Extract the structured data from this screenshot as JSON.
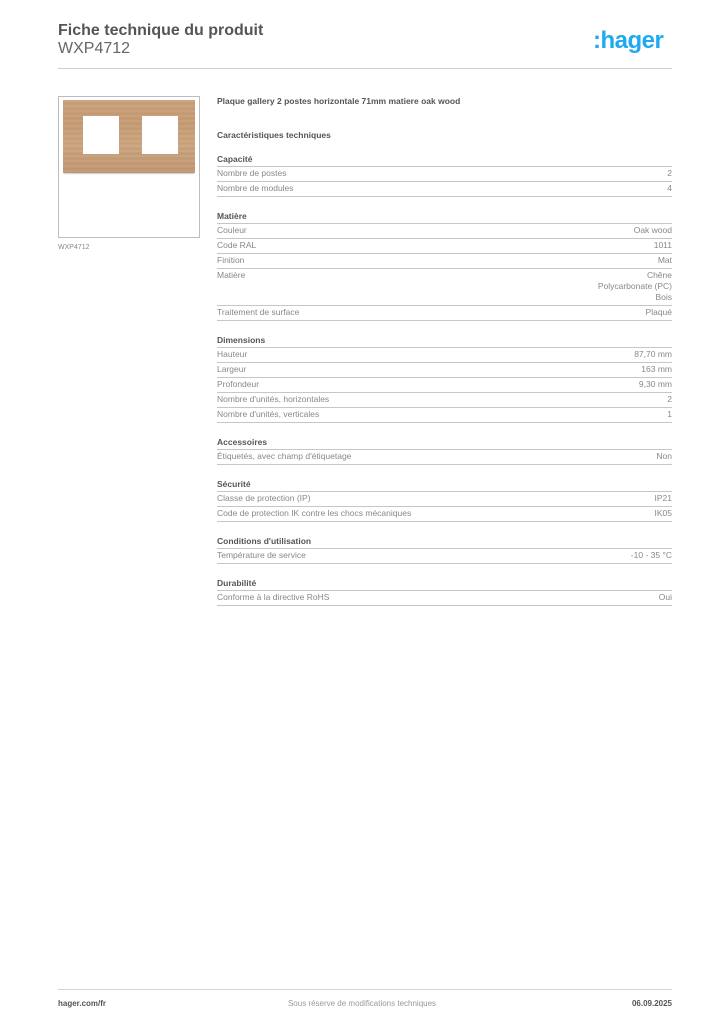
{
  "header": {
    "title": "Fiche technique du produit",
    "product_code": "WXP4712",
    "logo_text": ":hager",
    "brand_color": "#1eaaf1"
  },
  "image": {
    "alt": "Plaque gallery 2 postes oak wood",
    "caption": "WXP4712",
    "wood_color": "#c49a72"
  },
  "product": {
    "name": "Plaque gallery 2 postes horizontale 71mm matiere oak wood",
    "specs_title": "Caractéristiques techniques"
  },
  "sections": [
    {
      "title": "Capacité",
      "rows": [
        {
          "label": "Nombre de postes",
          "value": "2"
        },
        {
          "label": "Nombre de modules",
          "value": "4"
        }
      ]
    },
    {
      "title": "Matière",
      "rows": [
        {
          "label": "Couleur",
          "value": "Oak wood"
        },
        {
          "label": "Code RAL",
          "value": "1011"
        },
        {
          "label": "Finition",
          "value": "Mat"
        },
        {
          "label": "Matière",
          "value": "Chêne\nPolycarbonate (PC)\nBois"
        },
        {
          "label": "Traitement de surface",
          "value": "Plaqué"
        }
      ]
    },
    {
      "title": "Dimensions",
      "rows": [
        {
          "label": "Hauteur",
          "value": "87,70 mm"
        },
        {
          "label": "Largeur",
          "value": "163 mm"
        },
        {
          "label": "Profondeur",
          "value": "9,30 mm"
        },
        {
          "label": "Nombre d'unités, horizontales",
          "value": "2"
        },
        {
          "label": "Nombre d'unités, verticales",
          "value": "1"
        }
      ]
    },
    {
      "title": "Accessoires",
      "rows": [
        {
          "label": "Étiquetés, avec champ d'étiquetage",
          "value": "Non"
        }
      ]
    },
    {
      "title": "Sécurité",
      "rows": [
        {
          "label": "Classe de protection (IP)",
          "value": "IP21"
        },
        {
          "label": "Code de protection IK contre les chocs mécaniques",
          "value": "IK05"
        }
      ]
    },
    {
      "title": "Conditions d'utilisation",
      "rows": [
        {
          "label": "Température de service",
          "value": "-10 - 35 °C"
        }
      ]
    },
    {
      "title": "Durabilité",
      "rows": [
        {
          "label": "Conforme à la directive RoHS",
          "value": "Oui"
        }
      ]
    }
  ],
  "footer": {
    "website": "hager.com/fr",
    "disclaimer": "Sous réserve de modifications techniques",
    "date": "06.09.2025"
  }
}
